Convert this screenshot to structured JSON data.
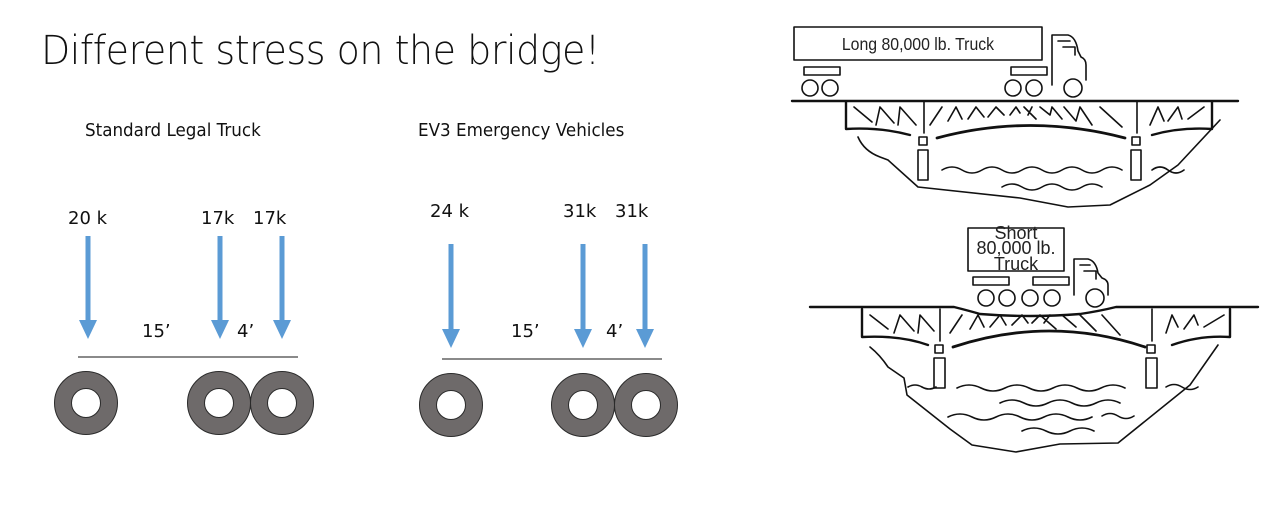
{
  "title": "Different stress on the bridge!",
  "colors": {
    "arrow": "#5b9bd5",
    "wheel": "#6e6a6a",
    "wheel_stroke": "#2b2b2b",
    "axle_line": "#444444"
  },
  "panels": [
    {
      "name": "standard-legal-truck",
      "heading": "Standard Legal Truck",
      "loads": [
        "20 k",
        "17k",
        "17k"
      ],
      "spacings": [
        "15’",
        "4’"
      ]
    },
    {
      "name": "ev3-emergency-vehicles",
      "heading": "EV3 Emergency Vehicles",
      "loads": [
        "24 k",
        "31k",
        "31k"
      ],
      "spacings": [
        "15’",
        "4’"
      ]
    }
  ],
  "illustrations": [
    {
      "name": "long-truck-bridge",
      "truck_label": "Long 80,000 lb. Truck"
    },
    {
      "name": "short-truck-bridge",
      "truck_label_lines": [
        "Short",
        "80,000 lb.",
        "Truck"
      ]
    }
  ]
}
